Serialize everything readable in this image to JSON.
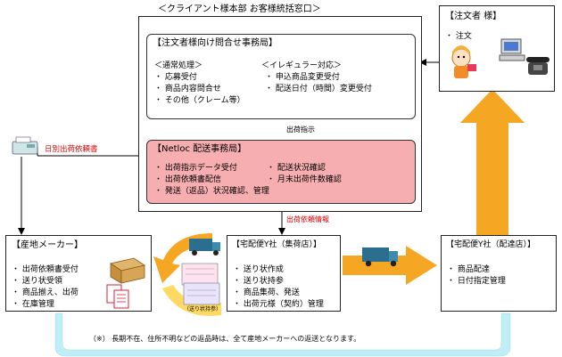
{
  "client": {
    "title": "＜クライアント様本部 お客様統括窓口＞",
    "inquiry": {
      "title": "【注文者様向け問合せ事務局】",
      "normal_title": "＜通常処理＞",
      "normal_items": [
        "・ 応募受付",
        "・ 商品内容問合せ",
        "・ その他（クレーム等）"
      ],
      "irregular_title": "＜イレギュラー対応＞",
      "irregular_items": [
        "・ 申込商品変更受付",
        "・ 配送日付（時間）変更受付"
      ]
    },
    "shipping_instruction": "出荷指示",
    "netloc": {
      "title": "【Netloc 配送事務局】",
      "col1": [
        "・ 出荷指示データ受付",
        "・ 出荷依頼書配信"
      ],
      "col2": [
        "・ 配送状況確認",
        "・ 月末出荷件数確認"
      ],
      "full": "・ 発送（返品）状況確認、管理"
    }
  },
  "customer": {
    "title": "【注文者 様】",
    "items": [
      "・ 注文"
    ]
  },
  "daily_request": "日別出荷依頼書",
  "request_info": "出荷依頼情報",
  "maker": {
    "title": "【産地メーカー】",
    "items": [
      "・ 出荷依頼書受付",
      "・ 送り状受領",
      "・ 商品揃え、出荷",
      "・ 在庫管理"
    ]
  },
  "collect": {
    "title": "【宅配便Y社（集荷店）】",
    "items": [
      "・ 送り状作成",
      "・ 送り状持参",
      "・ 商品集荷、発送",
      "・ 出荷元様（契約）管理"
    ],
    "slip_label": "（送り状持参）"
  },
  "deliver": {
    "title": "【宅配便Y社（配達店）】",
    "items": [
      "・ 商品配達",
      "・ 日付指定管理"
    ]
  },
  "footnote": "（※） 長期不在、住所不明などの返品時は、全て産地メーカーへの返送となります。",
  "icons": [
    "fax-icon",
    "computer-icon",
    "telephone-icon",
    "cardboard-box-icon",
    "documents-icon",
    "truck-icon",
    "shipping-slip-icon",
    "customer-character-icon"
  ],
  "colors": {
    "orange": "#f5a623",
    "pink": "#f7aeb0",
    "cyan": "#bfeef7",
    "red": "#e00000"
  }
}
